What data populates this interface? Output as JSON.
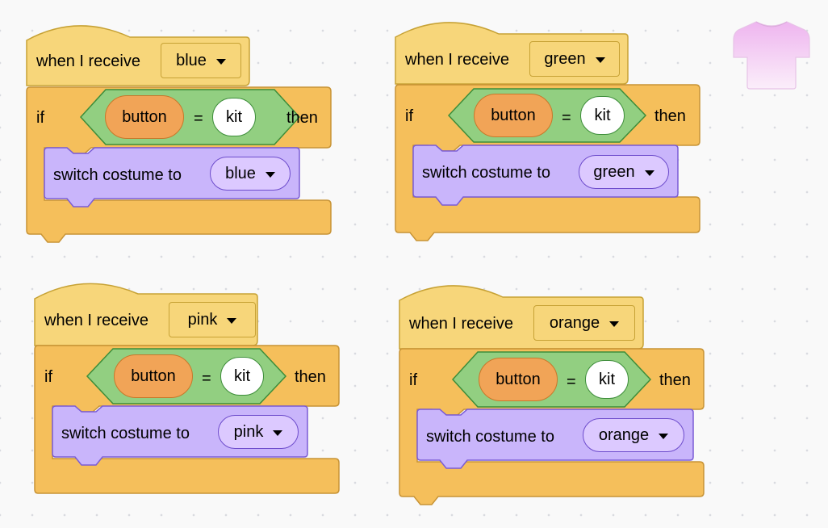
{
  "scripts": [
    {
      "hat_label": "when I receive",
      "message": "blue",
      "if_label": "if",
      "reporter": "button",
      "operator": "=",
      "value": "kit",
      "then_label": "then",
      "action_label": "switch costume to",
      "costume": "blue"
    },
    {
      "hat_label": "when I receive",
      "message": "green",
      "if_label": "if",
      "reporter": "button",
      "operator": "=",
      "value": "kit",
      "then_label": "then",
      "action_label": "switch costume to",
      "costume": "green"
    },
    {
      "hat_label": "when I receive",
      "message": "pink",
      "if_label": "if",
      "reporter": "button",
      "operator": "=",
      "value": "kit",
      "then_label": "then",
      "action_label": "switch costume to",
      "costume": "pink"
    },
    {
      "hat_label": "when I receive",
      "message": "orange",
      "if_label": "if",
      "reporter": "button",
      "operator": "=",
      "value": "kit",
      "then_label": "then",
      "action_label": "switch costume to",
      "costume": "orange"
    }
  ],
  "icons": {
    "sprite": "tshirt-icon",
    "dropdown": "caret-down-icon"
  },
  "colors": {
    "events": "#f7d67a",
    "control": "#f5bf5b",
    "operators": "#92cf81",
    "looks": "#c9b5fb",
    "variables": "#f1a457",
    "sprite": "#f2c2f0"
  }
}
